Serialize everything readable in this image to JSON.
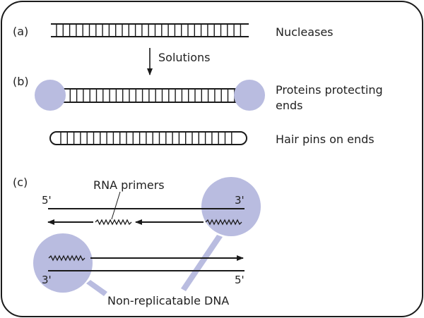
{
  "panel_labels": {
    "a": "(a)",
    "b": "(b)",
    "c": "(c)"
  },
  "labels": {
    "nucleases": "Nucleases",
    "solutions": "Solutions",
    "proteins_line1": "Proteins protecting",
    "proteins_line2": "ends",
    "hairpins": "Hair pins on ends",
    "rna_primers": "RNA primers",
    "non_replicatable": "Non-replicatable DNA"
  },
  "strand_ends": {
    "top_left": "5'",
    "top_right": "3'",
    "bottom_left": "3'",
    "bottom_right": "5'"
  },
  "colors": {
    "protein_fill": "#b9bce0",
    "line": "#1a1a1a",
    "frame": "#1a1a1a"
  }
}
